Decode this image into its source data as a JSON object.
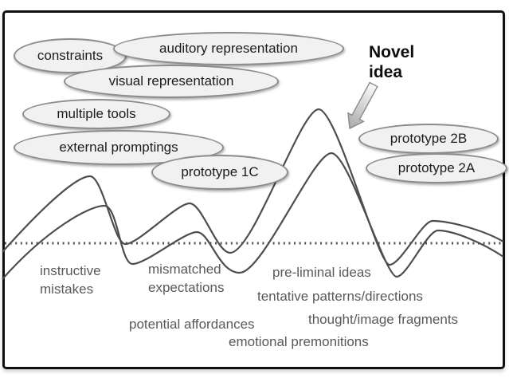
{
  "figure": {
    "colors": {
      "bubble_fill": "#f1f1f1",
      "bubble_border": "#8c8c8c",
      "curve": "#4d4d4d",
      "threshold_dots": "#4f4f4f",
      "sublabel_text": "#595959",
      "annotation_text": "#0d0d0d"
    },
    "bubbles": [
      {
        "id": "constraints",
        "label": "constraints"
      },
      {
        "id": "auditory-representation",
        "label": "auditory representation"
      },
      {
        "id": "visual-representation",
        "label": "visual representation"
      },
      {
        "id": "multiple-tools",
        "label": "multiple tools"
      },
      {
        "id": "external-promptings",
        "label": "external promptings"
      },
      {
        "id": "prototype-1c",
        "label": "prototype 1C"
      },
      {
        "id": "prototype-2b",
        "label": "prototype 2B"
      },
      {
        "id": "prototype-2a",
        "label": "prototype 2A"
      }
    ],
    "annotation": {
      "line1": "Novel",
      "line2": "idea"
    },
    "below_threshold_labels": [
      {
        "id": "instructive-mistakes",
        "text": "instructive mistakes"
      },
      {
        "id": "mismatched-expectations",
        "text": "mismatched expectations"
      },
      {
        "id": "pre-liminal-ideas",
        "text": "pre-liminal ideas"
      },
      {
        "id": "tentative-patterns-directions",
        "text": "tentative patterns/directions"
      },
      {
        "id": "potential-affordances",
        "text": "potential affordances"
      },
      {
        "id": "thought-image-fragments",
        "text": "thought/image fragments"
      },
      {
        "id": "emotional-premonitions",
        "text": "emotional premonitions"
      }
    ]
  }
}
